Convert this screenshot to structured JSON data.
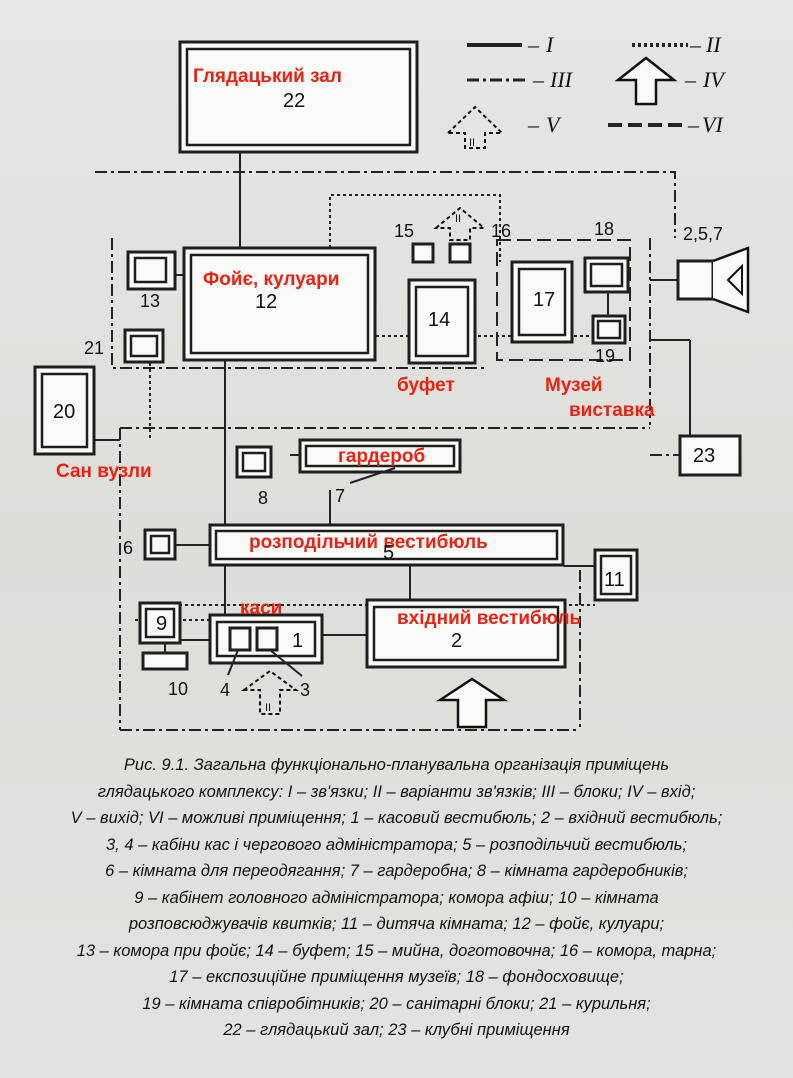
{
  "legend": {
    "items": [
      {
        "numeral": "I",
        "style": "solid"
      },
      {
        "numeral": "II",
        "style": "dotted"
      },
      {
        "numeral": "III",
        "style": "dash-dot"
      },
      {
        "numeral": "IV",
        "style": "entrance-arrow"
      },
      {
        "numeral": "V",
        "style": "exit-arrow"
      },
      {
        "numeral": "VI",
        "style": "dashed"
      }
    ],
    "dash": "–"
  },
  "rooms": {
    "r1": "1",
    "r2": "2",
    "r3": "3",
    "r4": "4",
    "r5": "5",
    "r6": "6",
    "r7": "7",
    "r8": "8",
    "r9": "9",
    "r10": "10",
    "r11": "11",
    "r12": "12",
    "r13": "13",
    "r14": "14",
    "r15": "15",
    "r16": "16",
    "r17": "17",
    "r18": "18",
    "r19": "19",
    "r20": "20",
    "r21": "21",
    "r22": "22",
    "r23": "23",
    "r257": "2,5,7"
  },
  "labels": {
    "hall": "Глядацький зал",
    "foyer": "Фойє, кулуари",
    "buffet": "буфет",
    "museum_1": "Музей",
    "museum_2": "виставка",
    "sanitary": "Сан вузли",
    "cloakroom": "гардероб",
    "distribution": "розподільчий вестибюль",
    "cashier": "каси",
    "entrance": "вхідний вестибюль"
  },
  "arrow_labels": {
    "top": "II",
    "bottom": "II"
  },
  "caption": {
    "lines": [
      "Рис. 9.1. Загальна функціонально-планувальна організація приміщень",
      "глядацького комплексу: I – зв'язки; II – варіанти зв'язків; III – блоки; IV – вхід;",
      "V – вихід; VI – можливі приміщення; 1 – касовий вестибюль; 2 – вхідний вестибюль;",
      "3, 4 – кабіни кас і чергового адміністратора; 5 – розподільчий вестибюль;",
      "6 – кімната для переодягання; 7 – гардеробна; 8 – кімната гардеробників;",
      "9 – кабінет головного адміністратора; комора афіш; 10 – кімната",
      "розповсюджувачів квитків; 11 – дитяча кімната; 12 – фойє, кулуари;",
      "13 – комора при фойє; 14 – буфет; 15 – мийна, доготовочна; 16 – комора, тарна;",
      "17 – експозиційне приміщення музеїв; 18 – фондосховище;",
      "19 – кімната співробітників; 20 – санітарні блоки; 21 – курильня;",
      "22 – глядацький зал; 23 – клубні приміщення"
    ]
  }
}
